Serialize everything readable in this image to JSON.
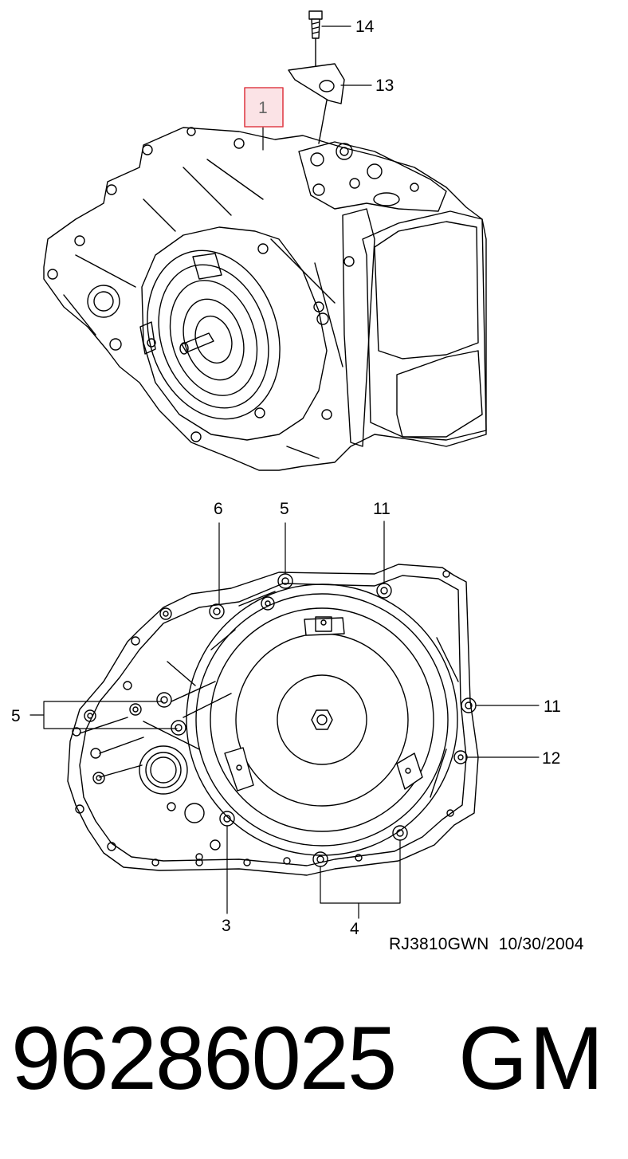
{
  "diagram": {
    "callouts": [
      {
        "id": "c14",
        "label": "14"
      },
      {
        "id": "c13",
        "label": "13"
      },
      {
        "id": "c1",
        "label": "1"
      },
      {
        "id": "c6",
        "label": "6"
      },
      {
        "id": "c5a",
        "label": "5"
      },
      {
        "id": "c11a",
        "label": "11"
      },
      {
        "id": "c5b",
        "label": "5"
      },
      {
        "id": "c11b",
        "label": "11"
      },
      {
        "id": "c12",
        "label": "12"
      },
      {
        "id": "c3",
        "label": "3"
      },
      {
        "id": "c4",
        "label": "4"
      }
    ],
    "highlight_color": "#e0404a",
    "highlight_fill": "#fbe3e6"
  },
  "footer": {
    "drawing_id": "RJ3810GWN  10/30/2004",
    "part_number": "96286025",
    "brand": "GM"
  }
}
